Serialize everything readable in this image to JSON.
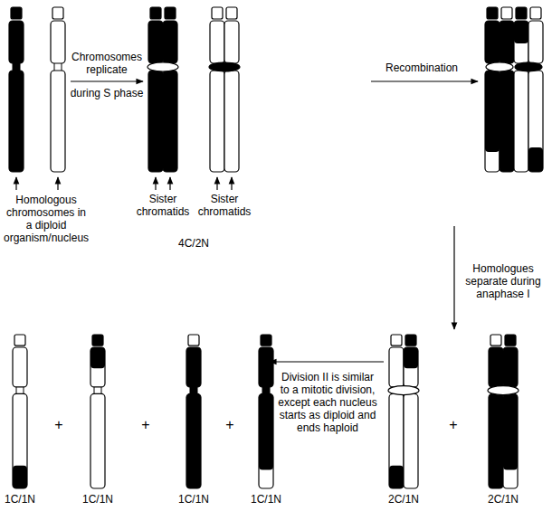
{
  "diagram": {
    "labels": [
      "Chromosomes replicate",
      "during S phase",
      "Recombination",
      "Homologous chromosomes in a diploid organism/nucleus",
      "Sister chromatids",
      "Sister chromatids",
      "4C/2N",
      "Homologues separate during anaphase I",
      "Division II is similar to a mitotic division, except each nucleus starts as diploid and ends haploid",
      "+",
      "2C/1N",
      "2C/1N",
      "+",
      "+",
      "+",
      "1C/1N",
      "1C/1N",
      "1C/1N",
      "1C/1N"
    ]
  }
}
